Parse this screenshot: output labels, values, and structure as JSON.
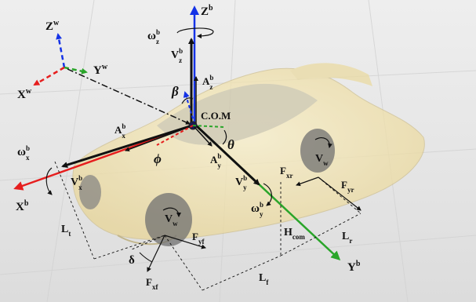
{
  "diagram": {
    "com_label": "C.O.M",
    "world_frame": {
      "z": "Z",
      "y": "Y",
      "x": "X",
      "sup": "w"
    },
    "body_axes": {
      "z": "Z",
      "y": "Y",
      "x": "X",
      "sup": "b"
    },
    "body_velocities": {
      "vz": "V",
      "vx": "V",
      "vy": "V",
      "sup": "b",
      "sub_z": "z",
      "sub_x": "x",
      "sub_y": "y"
    },
    "body_accelerations": {
      "az": "A",
      "ax": "A",
      "ay": "A",
      "sup": "b",
      "sub_z": "z",
      "sub_x": "x",
      "sub_y": "y"
    },
    "angular_rates": {
      "omega_z": "ω",
      "omega_x": "ω",
      "omega_y": "ω",
      "sup": "b",
      "sub_z": "z",
      "sub_x": "x",
      "sub_y": "y"
    },
    "angles": {
      "beta": "β",
      "theta": "θ",
      "phi": "ϕ",
      "delta": "δ"
    },
    "wheel_velocity": {
      "symbol": "V",
      "sub": "w"
    },
    "forces": {
      "F": "F",
      "front_lateral_sub": "yf",
      "front_long_sub": "xf",
      "rear_long_sub": "xr",
      "rear_lateral_sub": "yr"
    },
    "dimensions": {
      "lt": "L",
      "lt_sub": "t",
      "lf": "L",
      "lf_sub": "f",
      "lr": "L",
      "lr_sub": "r",
      "hcom": "H",
      "hcom_sub": "com"
    },
    "colors": {
      "z_axis": "#1432e6",
      "y_axis": "#2aa52a",
      "x_axis": "#e61e1e",
      "vector": "#111111",
      "car_body": "#f3e6b2",
      "background": "#e6e6e6"
    }
  }
}
